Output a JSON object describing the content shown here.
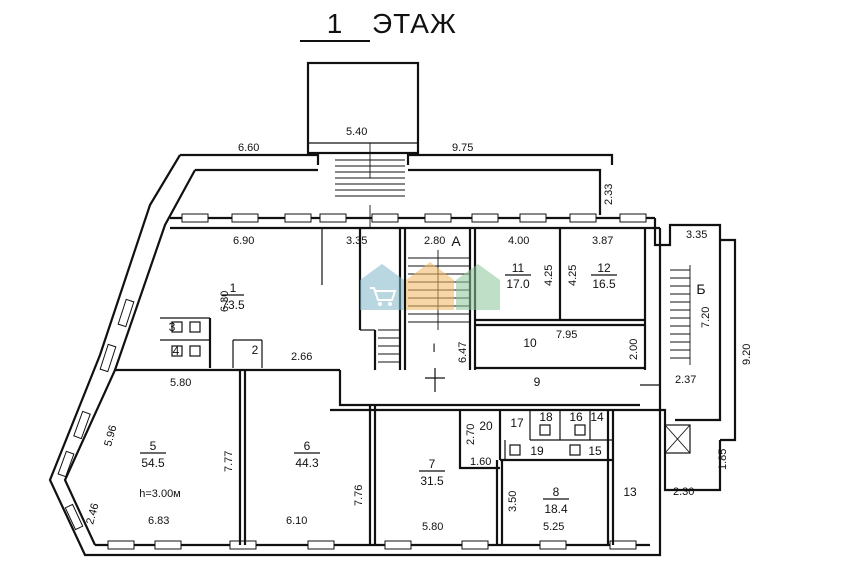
{
  "title": {
    "number": "1",
    "label": "ЭТАЖ"
  },
  "ceiling_note": "h=3.00м",
  "rooms": [
    {
      "number": "1",
      "area": "73.5"
    },
    {
      "number": "2",
      "area": ""
    },
    {
      "number": "3",
      "area": ""
    },
    {
      "number": "4",
      "area": ""
    },
    {
      "number": "5",
      "area": "54.5"
    },
    {
      "number": "6",
      "area": "44.3"
    },
    {
      "number": "7",
      "area": "31.5"
    },
    {
      "number": "8",
      "area": "18.4"
    },
    {
      "number": "9",
      "area": ""
    },
    {
      "number": "10",
      "area": ""
    },
    {
      "number": "11",
      "area": "17.0"
    },
    {
      "number": "12",
      "area": "16.5"
    },
    {
      "number": "13",
      "area": ""
    },
    {
      "number": "14",
      "area": ""
    },
    {
      "number": "15",
      "area": ""
    },
    {
      "number": "16",
      "area": ""
    },
    {
      "number": "17",
      "area": ""
    },
    {
      "number": "18",
      "area": ""
    },
    {
      "number": "19",
      "area": ""
    },
    {
      "number": "20",
      "area": ""
    }
  ],
  "stairs": {
    "a": "А",
    "b": "Б",
    "i": "I"
  },
  "dimensions": {
    "d5_40": "5.40",
    "d6_60": "6.60",
    "d9_75": "9.75",
    "d2_33": "2.33",
    "d6_90": "6.90",
    "d3_35a": "3.35",
    "d2_80": "2.80",
    "d4_00": "4.00",
    "d3_87": "3.87",
    "d3_35b": "3.35",
    "d6_30": "6.30",
    "d4_25a": "4.25",
    "d4_25b": "4.25",
    "d7_20": "7.20",
    "d9_20": "9.20",
    "d7_95": "7.95",
    "d6_47": "6.47",
    "d2_00": "2.00",
    "d2_66": "2.66",
    "d5_80a": "5.80",
    "d2_37": "2.37",
    "d5_96": "5.96",
    "d7_77": "7.77",
    "d7_76": "7.76",
    "d2_70": "2.70",
    "d1_60": "1.60",
    "d3_50": "3.50",
    "d1_85": "1.85",
    "d2_30": "2.30",
    "d2_46": "2.46",
    "d6_83": "6.83",
    "d6_10": "6.10",
    "d5_80b": "5.80",
    "d5_25": "5.25"
  }
}
